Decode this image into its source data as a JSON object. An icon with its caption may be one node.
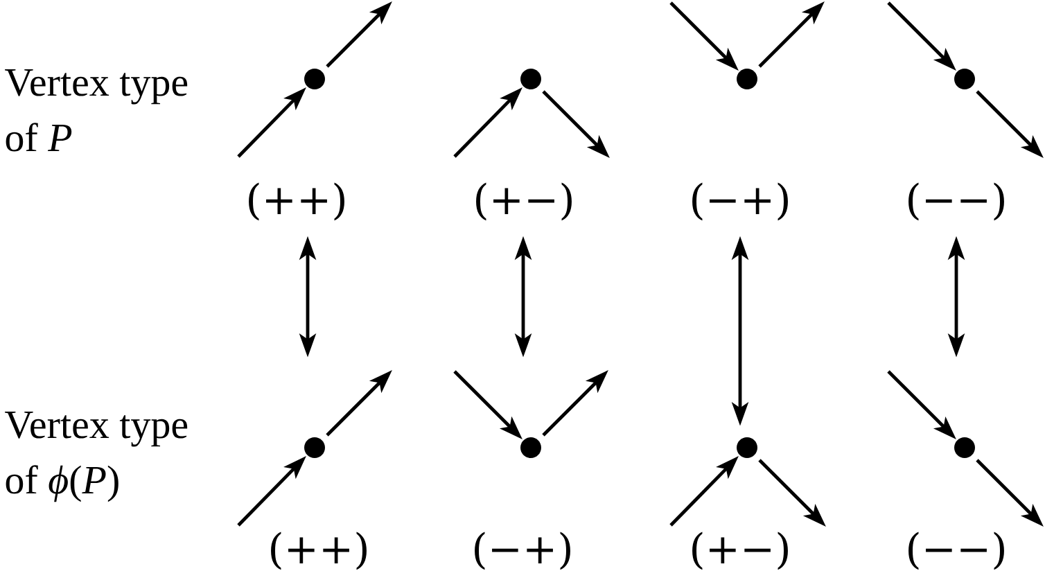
{
  "diagram": {
    "nodes": [
      {
        "text": [
          "(++)"
        ]
      },
      {
        "text": [
          "(+−)"
        ]
      },
      {
        "text": [
          "(−+)"
        ]
      },
      {
        "text": [
          "(−−)"
        ]
      },
      {
        "text": [
          "(++)"
        ]
      },
      {
        "text": [
          "(−+)"
        ]
      },
      {
        "text": [
          "(+−)"
        ]
      },
      {
        "text": [
          "(−−)"
        ]
      }
    ],
    "edges": [
      {
        "from": 0,
        "to": 4,
        "arrow": "both"
      },
      {
        "from": 1,
        "to": 5,
        "arrow": "both"
      },
      {
        "from": 2,
        "to": 6,
        "arrow": "both"
      },
      {
        "from": 3,
        "to": 7,
        "arrow": "both"
      }
    ],
    "labels": [
      "Vertex type of *P*",
      "Vertex type of *ϕ*(*P*)"
    ]
  }
}
